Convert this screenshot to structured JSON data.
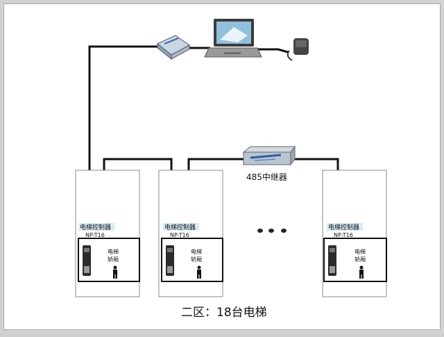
{
  "diagram": {
    "repeater_label": "485中继器",
    "caption": "二区：18台电梯",
    "ellipsis": "• • •",
    "elevators": [
      {
        "controller_label": "电梯控制器",
        "model": "NP-T16",
        "cabin_label_1": "电梯",
        "cabin_label_2": "轿厢"
      },
      {
        "controller_label": "电梯控制器",
        "model": "NP-T16",
        "cabin_label_1": "电梯",
        "cabin_label_2": "轿厢"
      },
      {
        "controller_label": "电梯控制器",
        "model": "NP-T16",
        "cabin_label_1": "电梯",
        "cabin_label_2": "轿厢"
      }
    ]
  },
  "colors": {
    "cable": "#111111",
    "controller_label_bg": "#d8ecf6",
    "shaft_border": "#8a8a8a"
  }
}
